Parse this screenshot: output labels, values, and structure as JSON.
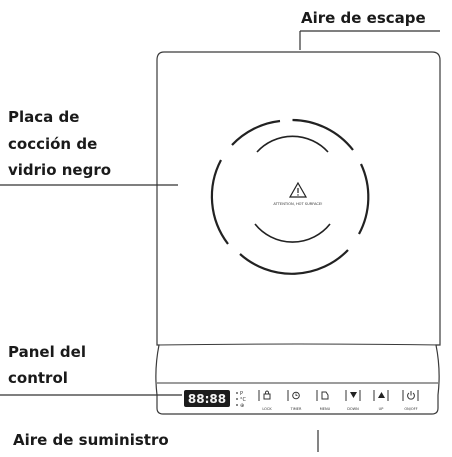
{
  "labels": {
    "exhaust": "Aire de escape",
    "glass_line1": "Placa de",
    "glass_line2": "cocción de",
    "glass_line3": "vidrio negro",
    "panel_line1": "Panel del",
    "panel_line2": "control",
    "supply": "Aire de suministro"
  },
  "cooktop": {
    "warning_text": "ATTENTION, HOT SURFACE!",
    "display_digits": "88:88",
    "indicators": [
      "P",
      "°C",
      "⊕"
    ],
    "buttons": [
      {
        "label": "LOCK",
        "icon": "lock-icon"
      },
      {
        "label": "TIMER",
        "icon": "timer-icon"
      },
      {
        "label": "MENU",
        "icon": "menu-icon"
      },
      {
        "label": "DOWN",
        "icon": "down-arrow-icon"
      },
      {
        "label": "UP",
        "icon": "up-arrow-icon"
      },
      {
        "label": "ON/OFF",
        "icon": "power-icon"
      }
    ]
  }
}
